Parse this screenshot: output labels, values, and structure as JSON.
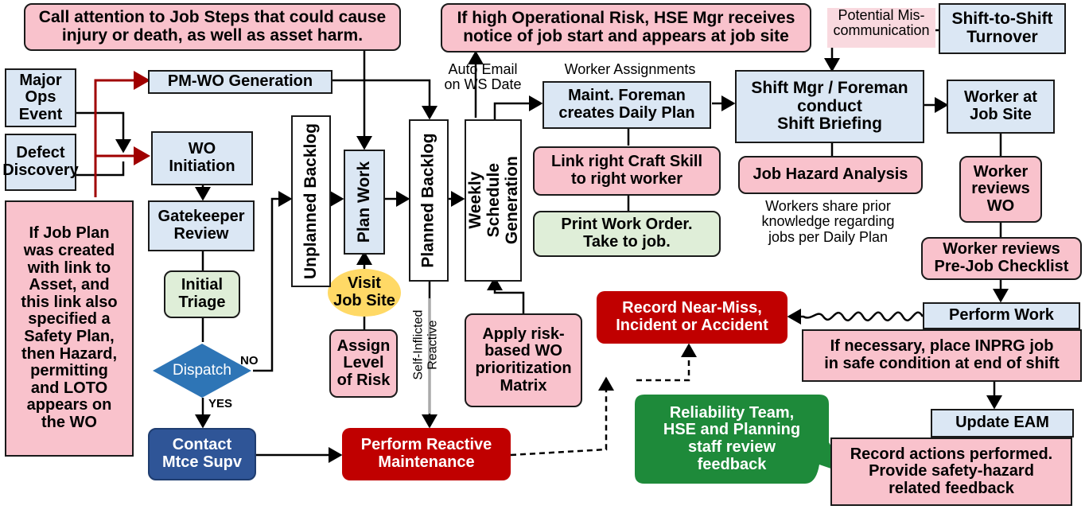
{
  "colors": {
    "blue_fill": "#dbe7f4",
    "pink_fill": "#f9c2cc",
    "green_fill": "#dfeed8",
    "red_fill": "#c00000",
    "navy_fill": "#2f5597",
    "dark_green_callout": "#1e8a3a",
    "yellow_ellipse": "#ffd966",
    "dispatch_diamond": "#2e75b6",
    "arrow_red": "#a00000"
  },
  "nodes": {
    "call_attention": "Call attention to Job Steps that could cause\ninjury or death, as well as asset harm.",
    "hse_mgr": "If high Operational Risk, HSE Mgr receives\nnotice of job start and appears at job site",
    "shift_turnover": "Shift-to-Shift\nTurnover",
    "major_ops": "Major\nOps\nEvent",
    "defect": "Defect\nDiscovery",
    "pm_wo": "PM-WO Generation",
    "wo_init": "WO\nInitiation",
    "gatekeeper": "Gatekeeper\nReview",
    "initial_triage": "Initial\nTriage",
    "dispatch": "Dispatch",
    "contact_mtce": "Contact\nMtce Supv",
    "job_plan_note": "If Job Plan\nwas created\nwith link to\nAsset, and\nthis link also\nspecified a\nSafety Plan,\nthen Hazard,\npermitting\nand LOTO\nappears on\nthe WO",
    "unplanned_backlog": "Unplanned Backlog",
    "plan_work": "Plan Work",
    "planned_backlog": "Planned Backlog",
    "weekly_schedule": "Weekly Schedule\nGeneration",
    "visit_job_site": "Visit\nJob Site",
    "assign_risk": "Assign\nLevel\nof Risk",
    "apply_risk": "Apply risk-\nbased WO\nprioritization\nMatrix",
    "maint_foreman": "Maint. Foreman\ncreates Daily Plan",
    "link_craft": "Link right Craft Skill\nto right worker",
    "print_wo": "Print Work Order.\nTake to job.",
    "shift_mgr": "Shift Mgr / Foreman\nconduct\nShift Briefing",
    "jha": "Job Hazard Analysis",
    "worker_job_site": "Worker at\nJob Site",
    "worker_reviews_wo": "Worker\nreviews\nWO",
    "pre_job": "Worker reviews\nPre-Job Checklist",
    "perform_work": "Perform Work",
    "inprg": "If necessary, place INPRG job\nin safe condition at end of shift",
    "update_eam": "Update EAM",
    "record_actions": "Record actions performed.\nProvide safety-hazard\nrelated feedback",
    "record_near_miss": "Record Near-Miss,\nIncident or Accident",
    "perform_reactive": "Perform Reactive\nMaintenance",
    "reliability_team": "Reliability Team,\nHSE and Planning\nstaff review\nfeedback"
  },
  "labels": {
    "auto_email": "Auto Email\non WS Date",
    "worker_assignments": "Worker Assignments",
    "potential_mis": "Potential Mis-\ncommunication",
    "workers_share": "Workers share prior\nknowledge regarding\njobs per Daily Plan",
    "no": "NO",
    "yes": "YES",
    "self_inflicted": "Self-Inflicted\nReactive"
  }
}
